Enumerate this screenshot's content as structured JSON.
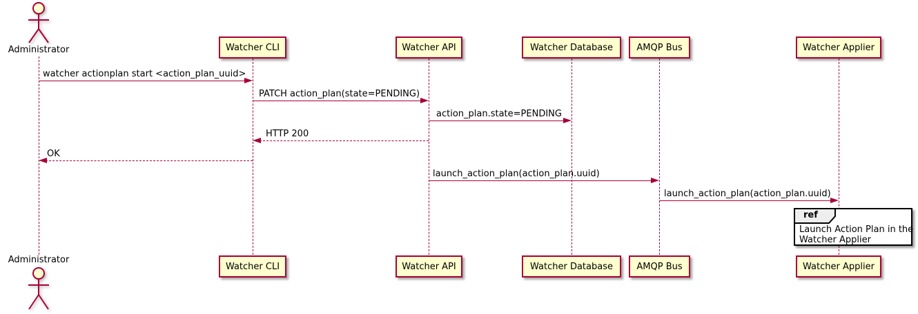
{
  "diagram_type": "sequence-diagram",
  "actor": {
    "name": "Administrator"
  },
  "participants": [
    {
      "name": "Watcher CLI"
    },
    {
      "name": "Watcher API"
    },
    {
      "name": "Watcher Database"
    },
    {
      "name": "AMQP Bus"
    },
    {
      "name": "Watcher Applier"
    }
  ],
  "messages": [
    {
      "from": "Administrator",
      "to": "Watcher CLI",
      "label": "watcher actionplan start <action_plan_uuid>",
      "style": "solid"
    },
    {
      "from": "Watcher CLI",
      "to": "Watcher API",
      "label": "PATCH action_plan(state=PENDING)",
      "style": "solid"
    },
    {
      "from": "Watcher API",
      "to": "Watcher Database",
      "label": "action_plan.state=PENDING",
      "style": "solid"
    },
    {
      "from": "Watcher API",
      "to": "Watcher CLI",
      "label": "HTTP 200",
      "style": "dashed"
    },
    {
      "from": "Watcher CLI",
      "to": "Administrator",
      "label": "OK",
      "style": "dashed"
    },
    {
      "from": "Watcher API",
      "to": "AMQP Bus",
      "label": "launch_action_plan(action_plan.uuid)",
      "style": "solid"
    },
    {
      "from": "AMQP Bus",
      "to": "Watcher Applier",
      "label": "launch_action_plan(action_plan.uuid)",
      "style": "solid"
    }
  ],
  "ref": {
    "tag": "ref",
    "line1": "Launch Action Plan in the",
    "line2": "Watcher Applier"
  },
  "colors": {
    "participant_fill": "#FEFECE",
    "accent_border": "#A80036",
    "arrow": "#A80036",
    "lifeline": "#A80036",
    "ref_border": "#000000",
    "ref_tab_fill": "#EEEEEE",
    "text": "#000000",
    "background": "#FFFFFF"
  }
}
